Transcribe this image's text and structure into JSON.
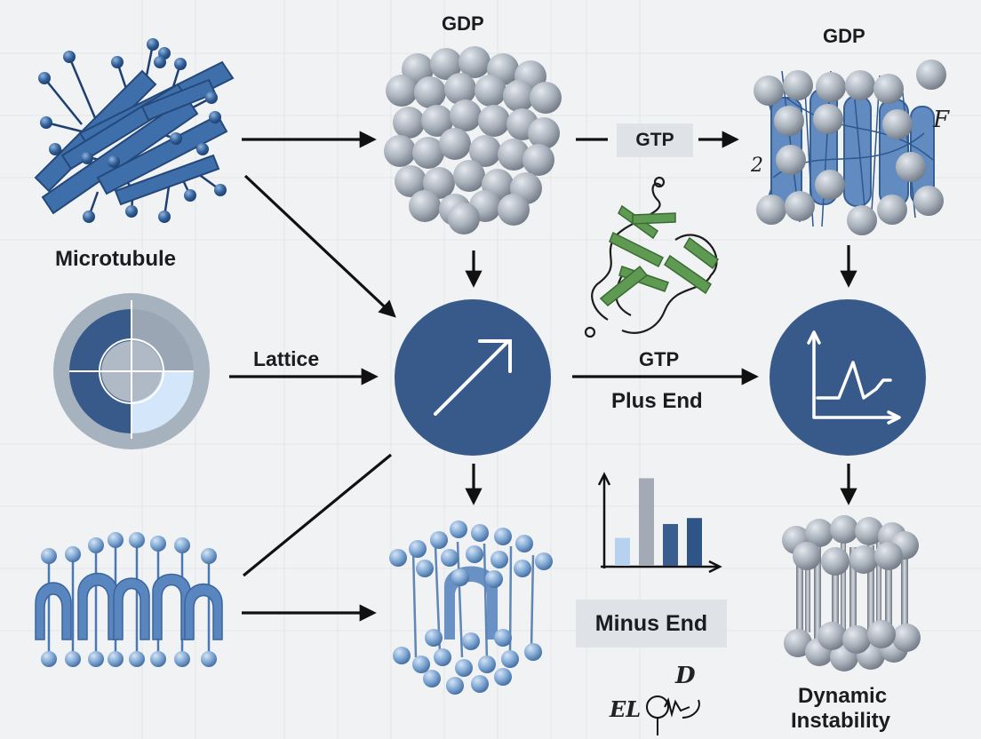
{
  "labels": {
    "microtubule": "Microtubule",
    "gdp_top_center": "GDP",
    "gdp_top_right": "GDP",
    "gtp_tag": "GTP",
    "lattice": "Lattice",
    "gtp_mid": "GTP",
    "plus_end": "Plus End",
    "minus_end": "Minus End",
    "dynamic_instability_line1": "Dynamic",
    "dynamic_instability_line2": "Instability"
  },
  "scribbles": {
    "right_f": "F",
    "right_2": "2",
    "bottom_d": "D",
    "bottom_el": "EL"
  },
  "mini_bar_chart": {
    "values": [
      0.28,
      0.88,
      0.42,
      0.48
    ],
    "colors": [
      "#b6d2ee",
      "#a3aab5",
      "#3a5d8f",
      "#2e5488"
    ]
  },
  "colors": {
    "navy_circle": "#385a8b",
    "protein_blue": "#4a78b5",
    "sphere_gray": "#a9b1bb",
    "sphere_blue": "#7ea6d2",
    "helix_green": "#5f9a52",
    "arrow": "#111111",
    "tag_bg": "#dfe3e8"
  },
  "icons": {
    "center_circle": "trend-up-arrow-icon",
    "right_circle": "line-chart-icon",
    "left_circle": "target-ring-icon"
  }
}
